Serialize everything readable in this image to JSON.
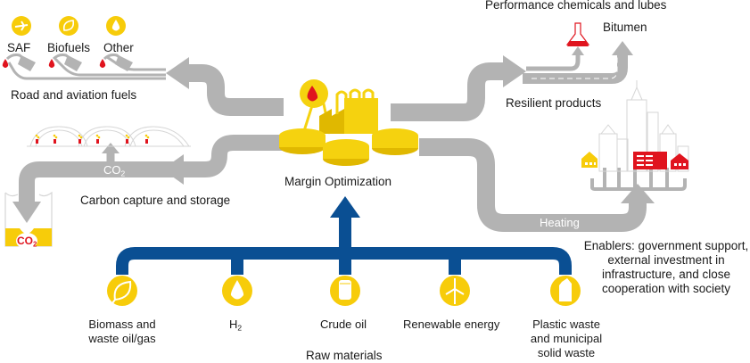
{
  "colors": {
    "arrow_gray": "#b3b3b3",
    "trunk_blue": "#0a4f93",
    "accent_yellow": "#f7cc0a",
    "refinery_yellow": "#f5d20f",
    "refinery_shadow": "#e0b800",
    "accent_red": "#e0141e",
    "outline_gray": "#d6d6d6"
  },
  "center": {
    "label": "Margin Optimization",
    "icon": "refinery-icon"
  },
  "outputs": {
    "road_fuels": {
      "label": "Road and aviation fuels",
      "items": [
        {
          "label": "SAF",
          "icon": "airplane-icon"
        },
        {
          "label": "Biofuels",
          "icon": "leaf-icon"
        },
        {
          "label": "Other",
          "icon": "droplet-icon"
        }
      ]
    },
    "carbon": {
      "label": "Carbon capture and storage",
      "flow_label_main": "CO",
      "flow_label_sub": "2",
      "storage_label_main": "CO",
      "storage_label_sub": "2"
    },
    "resilient": {
      "label": "Resilient products",
      "chemicals_label": "Performance chemicals and lubes",
      "bitumen_label": "Bitumen"
    },
    "heating": {
      "flow_label": "Heating",
      "enablers_label": "Enablers: government support, external investment in infrastructure, and close cooperation with society"
    }
  },
  "raw_materials": {
    "title": "Raw materials",
    "items": [
      {
        "label": "Biomass and waste oil/gas",
        "icon": "leaf-icon"
      },
      {
        "label_main": "H",
        "label_sub": "2",
        "icon": "droplet-icon"
      },
      {
        "label": "Crude oil",
        "icon": "barrel-icon"
      },
      {
        "label": "Renewable energy",
        "icon": "wind-turbine-icon"
      },
      {
        "label": "Plastic waste and municipal solid waste",
        "icon": "can-icon"
      }
    ]
  }
}
